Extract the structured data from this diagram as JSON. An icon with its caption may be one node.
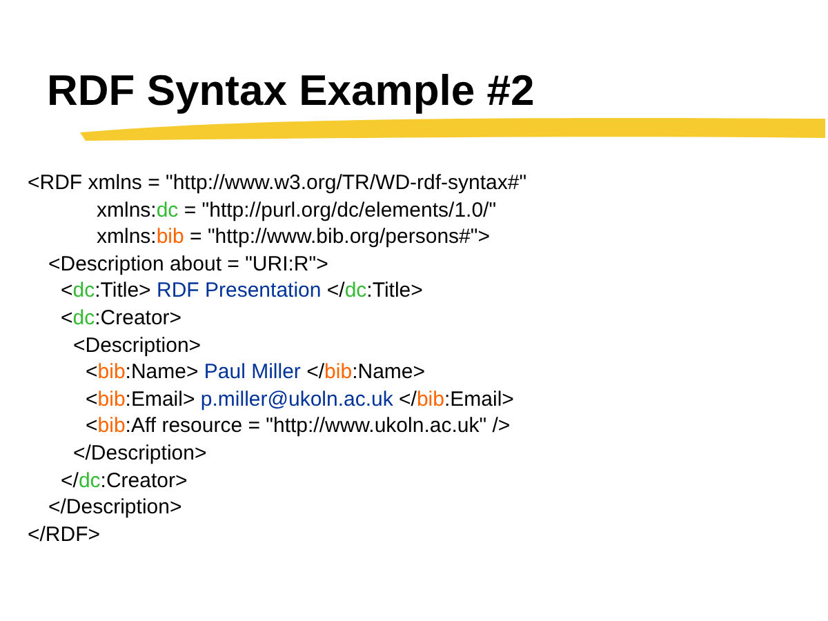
{
  "diagram": {
    "title": "RDF Syntax Example #2",
    "labels": [
      "<RDF xmlns = \"http://www.w3.org/TR/WD-rdf-syntax#\"",
      "xmlns:dc = \"http://purl.org/dc/elements/1.0/\"",
      "xmlns:bib = \"http://www.bib.org/persons#\">",
      "<Description about = \"URI:R\">",
      "<dc:Title> RDF Presentation </dc:Title>",
      "<dc:Creator>",
      "<Description>",
      "<bib:Name> Paul Miller </bib:Name>",
      "<bib:Email> p.miller@ukoln.ac.uk </bib:Email>",
      "<bib:Aff resource = \"http://www.ukoln.ac.uk\" />",
      "</Description>",
      "</dc:Creator>",
      "</Description>",
      "</RDF>"
    ]
  }
}
